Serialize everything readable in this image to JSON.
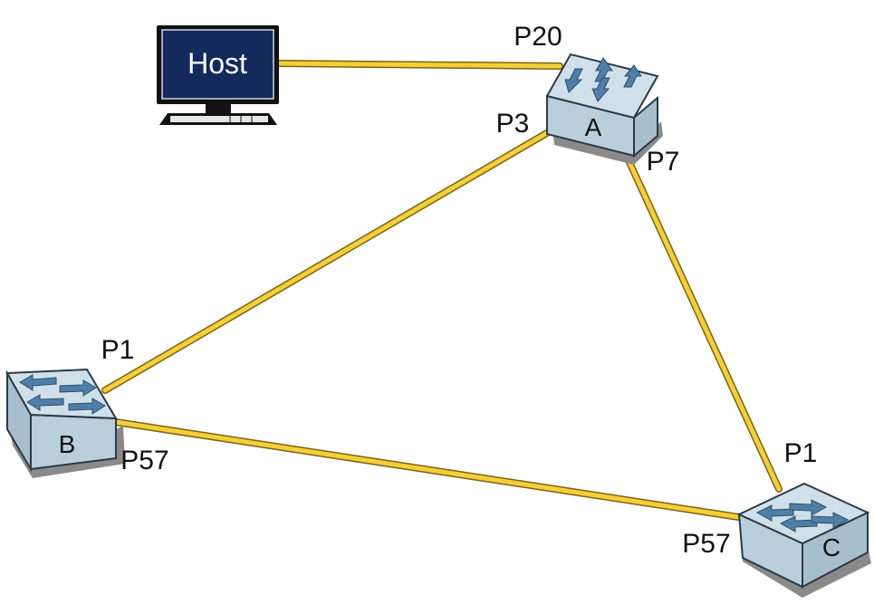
{
  "host": {
    "label": "Host",
    "colors": {
      "screen": "#122a5c",
      "frame": "#111111",
      "keyboard": "#e6e6e6"
    }
  },
  "switches": {
    "a": {
      "label": "A"
    },
    "b": {
      "label": "B"
    },
    "c": {
      "label": "C"
    }
  },
  "ports": {
    "a_p20": "P20",
    "a_p3": "P3",
    "a_p7": "P7",
    "b_p1": "P1",
    "b_p57": "P57",
    "c_p1": "P1",
    "c_p57": "P57"
  },
  "links": [
    {
      "from": "Host",
      "to": "A P20"
    },
    {
      "from": "A P3",
      "to": "B P1"
    },
    {
      "from": "A P7",
      "to": "C P1"
    },
    {
      "from": "B P57",
      "to": "C P57"
    }
  ],
  "colors": {
    "link": "#f5cf3a",
    "link_outline": "#7a6410",
    "switch_body": "#cfe0ea",
    "arrow": "#4f7fa8"
  }
}
